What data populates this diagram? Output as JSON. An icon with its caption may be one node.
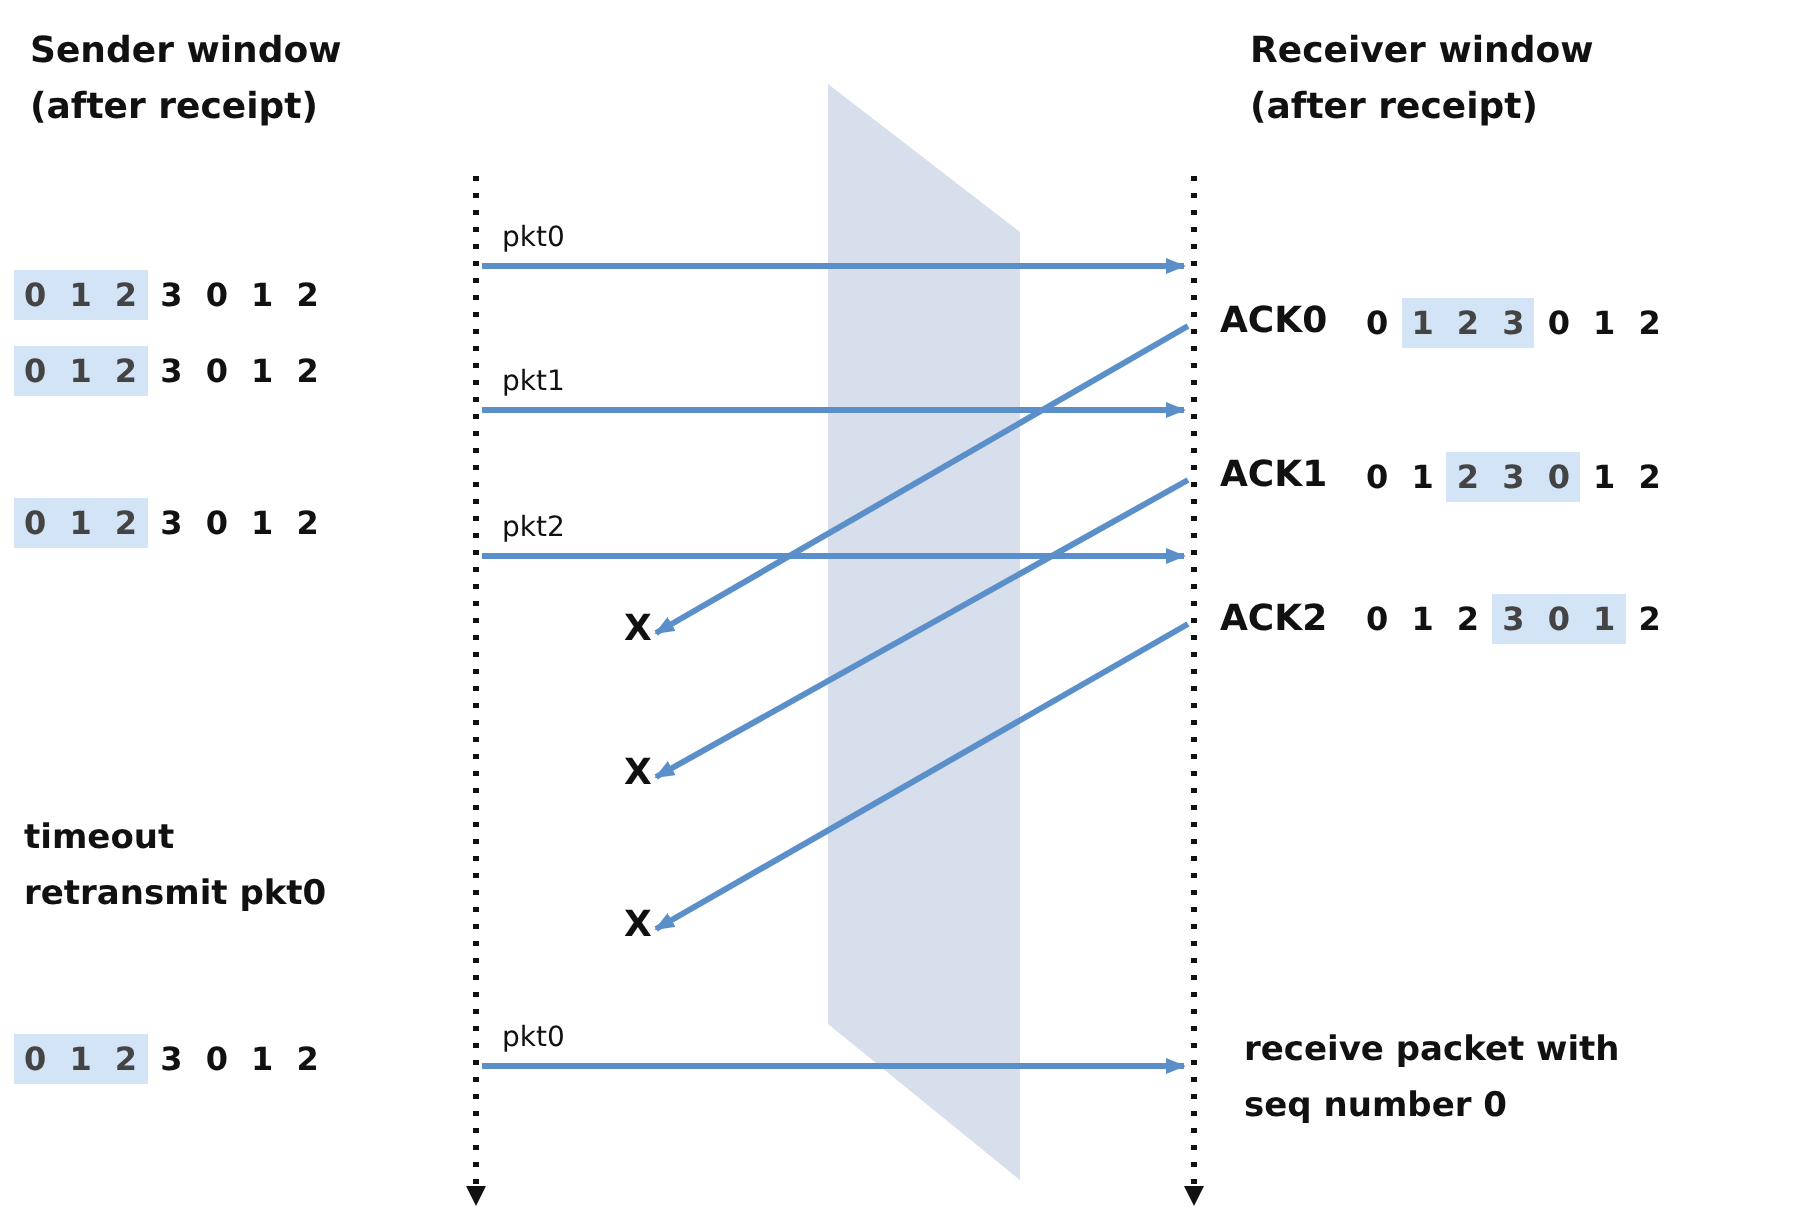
{
  "diagram": {
    "nodes": [
      {
        "text": [],
        "shape": "line"
      },
      {
        "text": [],
        "shape": "line"
      },
      {
        "text": [
          "X"
        ]
      },
      {
        "text": [
          "X"
        ]
      },
      {
        "text": [
          "X"
        ]
      }
    ],
    "edges": [
      {
        "from": 0,
        "to": 1,
        "arrow": "to",
        "label": "pkt0"
      },
      {
        "from": 0,
        "to": 1,
        "arrow": "to",
        "label": "pkt1"
      },
      {
        "from": 0,
        "to": 1,
        "arrow": "to",
        "label": "pkt2"
      },
      {
        "from": 1,
        "to": 2,
        "arrow": "to",
        "label": "ACK0"
      },
      {
        "from": 1,
        "to": 3,
        "arrow": "to",
        "label": "ACK1"
      },
      {
        "from": 1,
        "to": 4,
        "arrow": "to",
        "label": "ACK2"
      },
      {
        "from": 0,
        "to": 1,
        "arrow": "to",
        "label": "pkt0"
      }
    ],
    "labels": [
      "Sender window (after receipt)",
      "Receiver window (after receipt)",
      "0 1 2 3 0 1 2",
      "0 1 2 3 0 1 2",
      "0 1 2 3 0 1 2",
      "0 1 2 3 0 1 2",
      "0 1 2 3 0 1 2",
      "0 1 2 3 0 1 2",
      "timeout retransmit pkt0",
      "0 1 2 3 0 1 2",
      "receive packet with seq number 0"
    ]
  }
}
